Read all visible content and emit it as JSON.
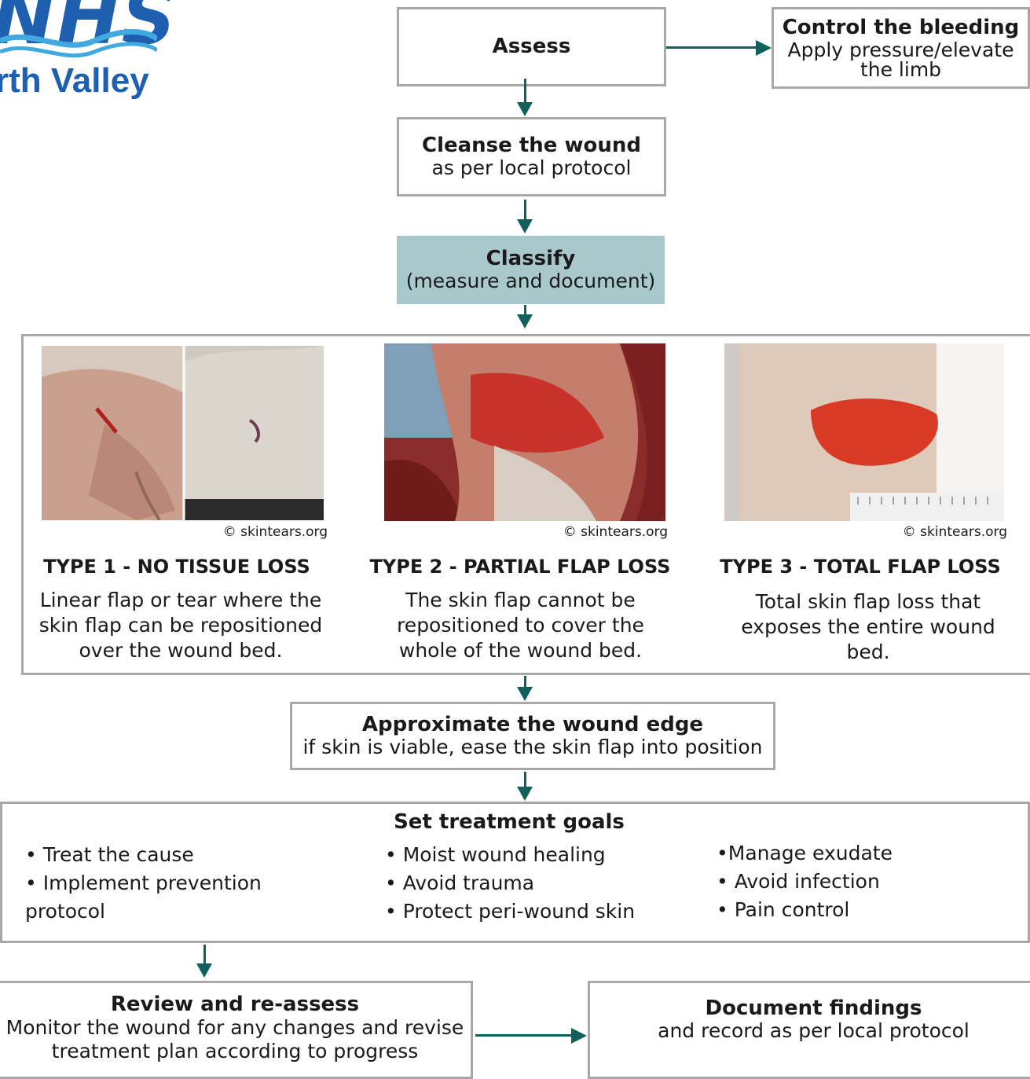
{
  "logo": {
    "mark": "NHS",
    "region": "rth Valley"
  },
  "assess": {
    "title": "Assess"
  },
  "bleeding": {
    "title": "Control the bleeding",
    "text": "Apply pressure/elevate the limb"
  },
  "cleanse": {
    "title": "Cleanse the wound",
    "text": "as per local protocol"
  },
  "classify": {
    "title": "Classify",
    "text": "(measure and document)",
    "fill": "#a9c8cc"
  },
  "types": [
    {
      "credit": "© skintears.org",
      "title": "TYPE 1 - NO TISSUE LOSS",
      "desc": "Linear flap or tear where the skin flap can be repositioned over the wound bed."
    },
    {
      "credit": "© skintears.org",
      "title": "TYPE 2 - PARTIAL FLAP LOSS",
      "desc": "The skin flap cannot be repositioned to cover the whole of the wound bed."
    },
    {
      "credit": "© skintears.org",
      "title": "TYPE 3 - TOTAL FLAP LOSS",
      "desc": "Total skin flap loss that exposes the entire wound bed."
    }
  ],
  "approximate": {
    "title": "Approximate the wound edge",
    "text": "if skin is viable, ease the skin flap into position"
  },
  "goals": {
    "title": "Set treatment goals",
    "col1": [
      "• Treat the cause",
      "• Implement prevention",
      "protocol"
    ],
    "col2": [
      "• Moist wound healing",
      "• Avoid trauma",
      "• Protect peri-wound skin"
    ],
    "col3": [
      "•Manage exudate",
      "• Avoid infection",
      "• Pain control"
    ]
  },
  "review": {
    "title": "Review and re-assess",
    "text": "Monitor the wound for any changes and revise treatment plan according to progress"
  },
  "document": {
    "title": "Document findings",
    "text": "and record as per local protocol"
  },
  "colors": {
    "arrow": "#12605c",
    "border": "#a8a8a8",
    "logo": "#1f5fb0"
  }
}
